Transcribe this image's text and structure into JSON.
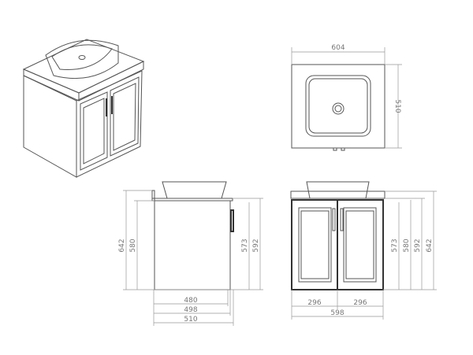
{
  "plan_view": {
    "width": "604",
    "depth": "510"
  },
  "side_view": {
    "heights": {
      "total": "642",
      "cabinet": "580",
      "door": "573",
      "body": "592"
    },
    "widths": {
      "inner": "480",
      "body": "498",
      "total": "510"
    }
  },
  "front_view": {
    "heights": {
      "door": "573",
      "cabinet": "580",
      "body": "592",
      "total": "642"
    },
    "widths": {
      "door_left": "296",
      "door_right": "296",
      "total": "598"
    }
  },
  "colors": {
    "line": "#555555",
    "dimension": "#999999",
    "label": "#777777"
  }
}
